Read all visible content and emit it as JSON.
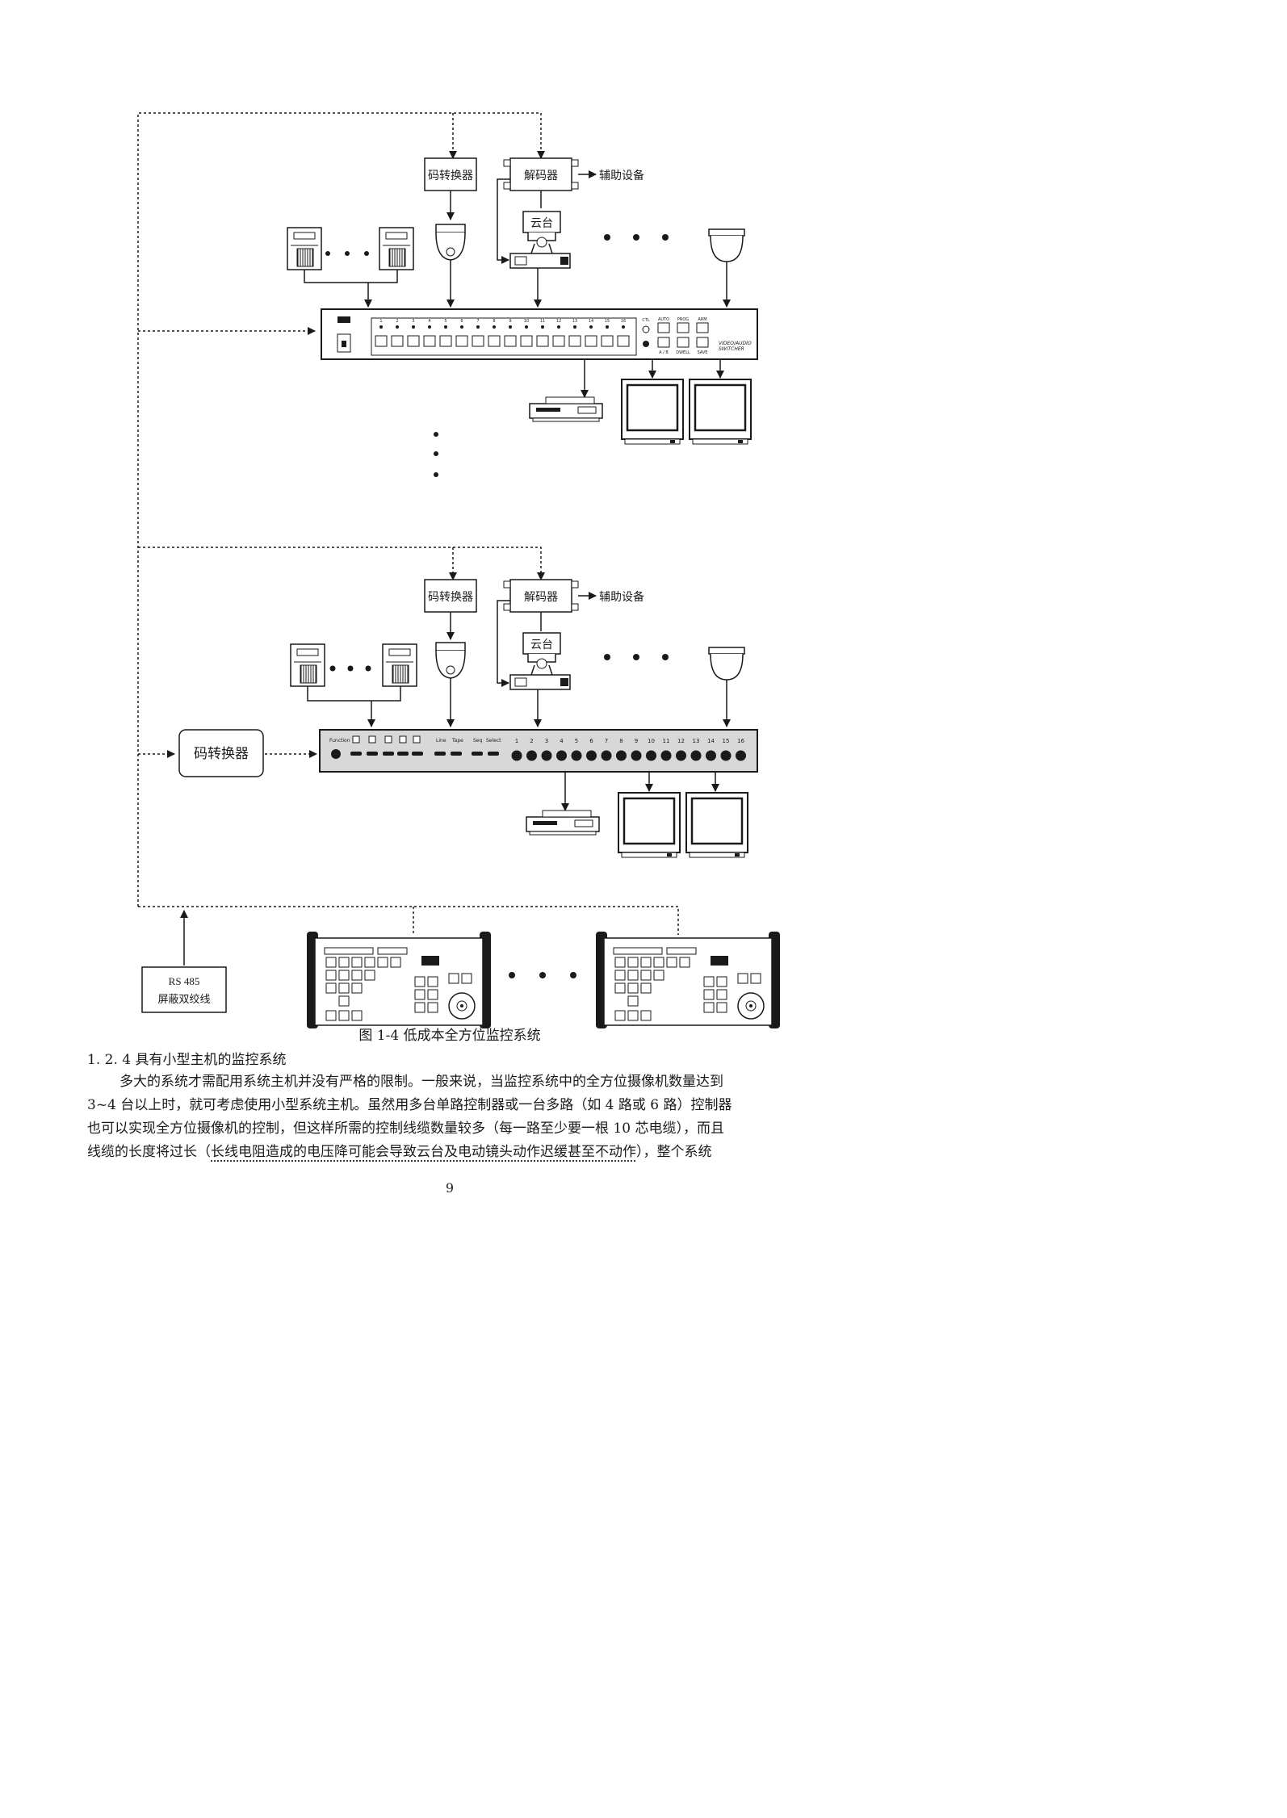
{
  "labels": {
    "code_converter": "码转换器",
    "decoder": "解码器",
    "aux_device": "辅助设备",
    "pan_tilt": "云台",
    "rs485_line1": "RS 485",
    "rs485_line2": "屏蔽双绞线",
    "switcher_brand_line1": "VIDEO/AUDIO",
    "switcher_brand_line2": "SWITCHER",
    "btn_auto": "AUTO",
    "btn_prog": "PROG",
    "btn_arm": "ARM",
    "btn_ab": "A / B",
    "btn_dwell": "DWELL",
    "btn_save": "SAVE",
    "btn_ctl": "CTL",
    "ctrl_function": "Function",
    "ctrl_line": "Line",
    "ctrl_tape": "Tape",
    "ctrl_seq": "Seq",
    "ctrl_select": "Select",
    "channels": [
      "1",
      "2",
      "3",
      "4",
      "5",
      "6",
      "7",
      "8",
      "9",
      "10",
      "11",
      "12",
      "13",
      "14",
      "15",
      "16"
    ]
  },
  "caption": "图 1-4    低成本全方位监控系统",
  "section_title": "1. 2. 4  具有小型主机的监控系统",
  "paragraph": {
    "line1": "多大的系统才需配用系统主机并没有严格的限制。一般来说，当监控系统中的全方位摄像机数量达到",
    "line2": "3~4 台以上时，就可考虑使用小型系统主机。虽然用多台单路控制器或一台多路（如 4 路或 6 路）控制器",
    "line3": "也可以实现全方位摄像机的控制，但这样所需的控制线缆数量较多（每一路至少要一根 10 芯电缆），而且",
    "line4_prefix": "线缆的长度将过长（",
    "line4_dotted": "长线电阻造成的电压降可能会导致云台及电动镜头动作迟缓甚至不动作",
    "line4_suffix": "），整个系统"
  },
  "page_number": "9"
}
